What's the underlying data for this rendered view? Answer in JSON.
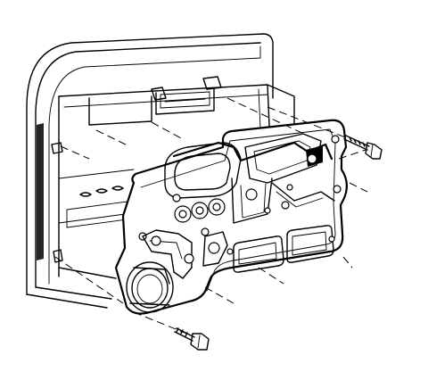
{
  "diagram": {
    "parts": [
      {
        "name": "door-frame",
        "icon": "door-frame-outline"
      },
      {
        "name": "window-regulator-module-panel",
        "icon": "module-panel"
      },
      {
        "name": "speaker-opening",
        "icon": "speaker-ring"
      },
      {
        "name": "upper-mounting-bolt",
        "icon": "bolt-icon"
      },
      {
        "name": "lower-mounting-bolt",
        "icon": "bolt-icon"
      }
    ],
    "colors": {
      "line": "#000000",
      "background": "#ffffff"
    }
  }
}
